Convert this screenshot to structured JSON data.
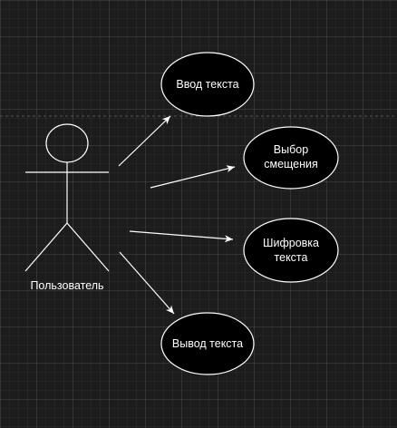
{
  "diagram": {
    "actor": {
      "label": "Пользователь"
    },
    "use_cases": [
      {
        "lines": [
          "Ввод текста"
        ]
      },
      {
        "lines": [
          "Выбор",
          "смещения"
        ]
      },
      {
        "lines": [
          "Шифровка",
          "текста"
        ]
      },
      {
        "lines": [
          "Вывод текста"
        ]
      }
    ],
    "colors": {
      "background": "#1c1c1c",
      "ellipse_fill": "#000000",
      "stroke": "#ffffff",
      "text": "#ffffff"
    }
  }
}
